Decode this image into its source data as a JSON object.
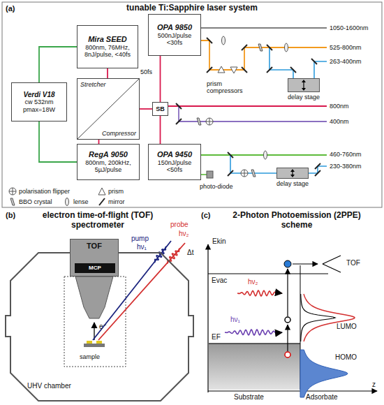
{
  "diagram": {
    "nodes": [
      {
        "text": [
          "Mira SEED",
          "800nm, 76MHz, 8nJ/pulse, <40fs"
        ]
      },
      {
        "text": [
          "OPA 9850",
          "500nJ/pulse <30fs"
        ]
      },
      {
        "text": [
          "Verdi V18",
          "cw 532nm pmax=18W"
        ]
      },
      {
        "text": [
          "Stretcher",
          "Compressor"
        ]
      },
      {
        "text": [
          "SB"
        ]
      },
      {
        "text": [
          "RegA 9050",
          "800nm, 200kHz, 5µJ/pulse"
        ]
      },
      {
        "text": [
          "OPA 9450",
          "150nJ/pulse <50fs"
        ]
      },
      {
        "text": [
          "delay stage"
        ]
      },
      {
        "text": [
          "delay stage"
        ]
      },
      {
        "text": [
          "UHV chamber"
        ]
      },
      {
        "text": [
          "TOF"
        ],
        "in": 9
      },
      {
        "text": [
          "MCP"
        ],
        "in": 10
      }
    ],
    "edges": [
      {
        "from": 2,
        "to": 0,
        "arrow": "none"
      },
      {
        "from": 2,
        "to": 5,
        "arrow": "none"
      },
      {
        "from": 0,
        "to": 3,
        "arrow": "none"
      },
      {
        "from": 3,
        "to": 5,
        "arrow": "none"
      },
      {
        "from": 3,
        "to": 4,
        "arrow": "none"
      },
      {
        "from": 4,
        "to": 1,
        "arrow": "none"
      },
      {
        "from": 4,
        "to": 6,
        "arrow": "none"
      }
    ],
    "labels": [
      "(a)",
      "tunable Ti:Sapphire laser system",
      "50fs",
      "1050-1600nm",
      "525-800nm",
      "263-400nm",
      "800nm",
      "400nm",
      "460-760nm",
      "230-380nm",
      "prism compressors",
      "photo-diode",
      "(b)",
      "electron time-of-flight (TOF) spectrometer",
      "pump",
      "hν₁",
      "probe",
      "hν₂",
      "Δt",
      "e⁻",
      "sample",
      "(c)",
      "2-Photon Photoemission (2PPE) scheme",
      "Ekin",
      "Evac",
      "TOF",
      "hν₂",
      "hν₁",
      "LUMO",
      "EF",
      "HOMO",
      "Substrate",
      "Adsorbate",
      "z"
    ],
    "legend": [
      {
        "text": "polarisation flipper"
      },
      {
        "text": "prism"
      },
      {
        "text": "BBO crystal"
      },
      {
        "text": "lense"
      },
      {
        "text": "mirror"
      }
    ]
  }
}
